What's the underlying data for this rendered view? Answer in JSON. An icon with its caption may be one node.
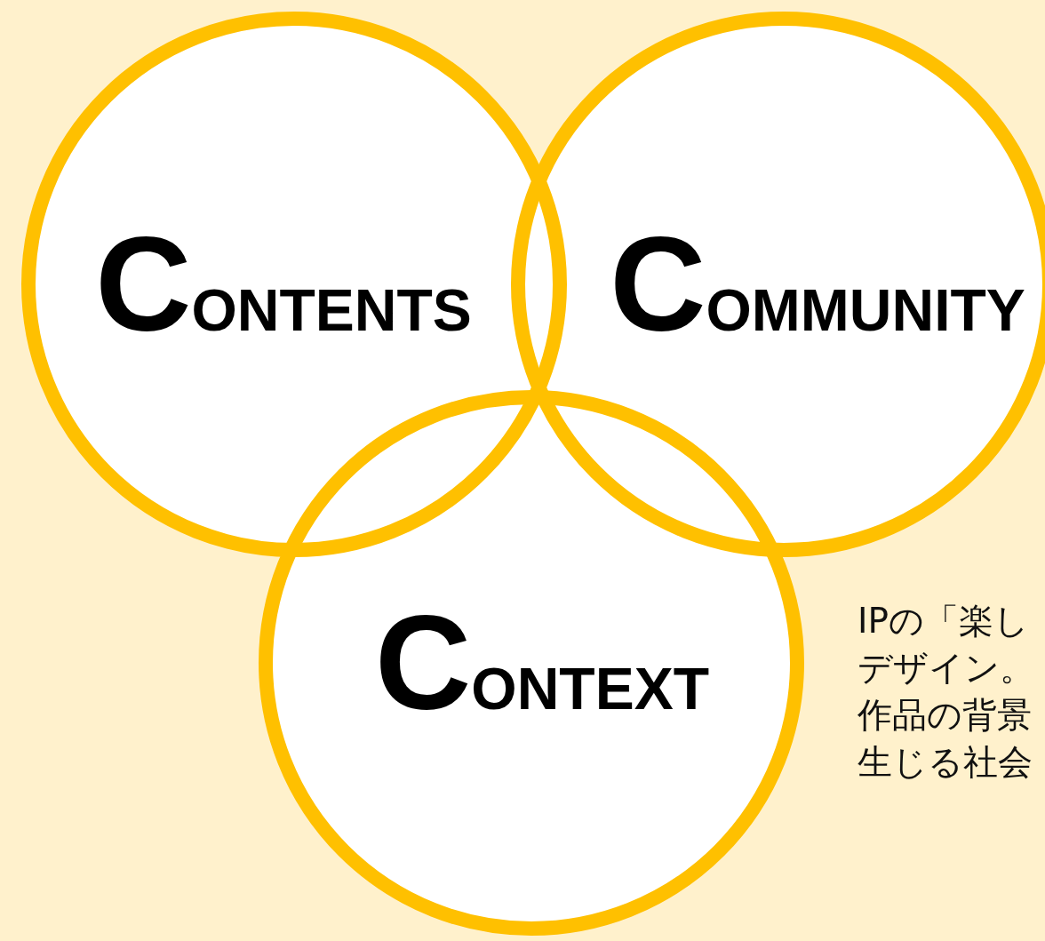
{
  "diagram": {
    "nodes": [
      {
        "text": [
          "CONTENTS"
        ]
      },
      {
        "text": [
          "COMMUNITY"
        ]
      },
      {
        "text": [
          "CONTEXT"
        ]
      }
    ],
    "edges": [],
    "labels": [
      "IPの「楽し",
      "デザイン。",
      "作品の背景",
      "生じる社会"
    ]
  }
}
